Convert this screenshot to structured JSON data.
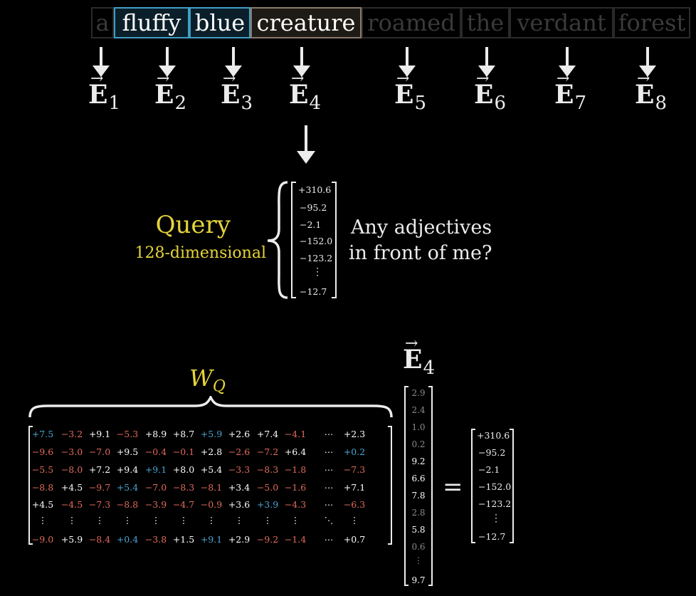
{
  "tokens": [
    "a",
    "fluffy",
    "blue",
    "creature",
    "roamed",
    "the",
    "verdant",
    "forest"
  ],
  "embeddings": {
    "symbol": "E",
    "subscripts": [
      "1",
      "2",
      "3",
      "4",
      "5",
      "6",
      "7",
      "8"
    ]
  },
  "query": {
    "title": "Query",
    "subtitle": "128-dimensional",
    "question_line1": "Any adjectives",
    "question_line2": "in front of me?",
    "vector": [
      "+310.6",
      "−95.2",
      "−2.1",
      "−152.0",
      "−123.2",
      "⋮",
      "−12.7"
    ]
  },
  "weight_matrix": {
    "label": "W",
    "label_sub": "Q",
    "rows": [
      [
        "+7.5",
        "−3.2",
        "+9.1",
        "−5.3",
        "+8.9",
        "+8.7",
        "+5.9",
        "+2.6",
        "+7.4",
        "−4.1",
        "⋯",
        "+2.3"
      ],
      [
        "−9.6",
        "−3.0",
        "−7.0",
        "+9.5",
        "−0.4",
        "−0.1",
        "+2.8",
        "−2.6",
        "−7.2",
        "+6.4",
        "⋯",
        "+0.2"
      ],
      [
        "−5.5",
        "−8.0",
        "+7.2",
        "+9.4",
        "+9.1",
        "+8.0",
        "+5.4",
        "−3.3",
        "−8.3",
        "−1.8",
        "⋯",
        "−7.3"
      ],
      [
        "−8.8",
        "+4.5",
        "−9.7",
        "+5.4",
        "−7.0",
        "−8.3",
        "−8.1",
        "+3.4",
        "−5.0",
        "−1.6",
        "⋯",
        "+7.1"
      ],
      [
        "+4.5",
        "−4.5",
        "−7.3",
        "−8.8",
        "−3.9",
        "−4.7",
        "−0.9",
        "+3.6",
        "+3.9",
        "−4.3",
        "⋯",
        "−6.3"
      ],
      [
        "⋮",
        "⋮",
        "⋮",
        "⋮",
        "⋮",
        "⋮",
        "⋮",
        "⋮",
        "⋮",
        "⋮",
        "⋱",
        "⋮"
      ],
      [
        "−9.0",
        "+5.9",
        "−8.4",
        "+0.4",
        "−3.8",
        "+1.5",
        "+9.1",
        "+2.9",
        "−9.2",
        "−1.4",
        "⋯",
        "+0.7"
      ]
    ]
  },
  "e4_vector": {
    "label": "E",
    "label_sub": "4",
    "values": [
      "2.9",
      "2.4",
      "1.0",
      "0.2",
      "9.2",
      "6.6",
      "7.8",
      "2.8",
      "5.8",
      "0.6",
      "⋮",
      "9.7"
    ]
  },
  "equals": "=",
  "result_vector": [
    "+310.6",
    "−95.2",
    "−2.1",
    "−152.0",
    "−123.2",
    "⋮",
    "−12.7"
  ],
  "colors": {
    "accent_yellow": "#e6d43a",
    "highlight_blue": "#3f9ec4",
    "highlight_brown": "#8a7a6c",
    "negative_red": "#e26b5b",
    "positive_blue": "#49a6d4"
  }
}
